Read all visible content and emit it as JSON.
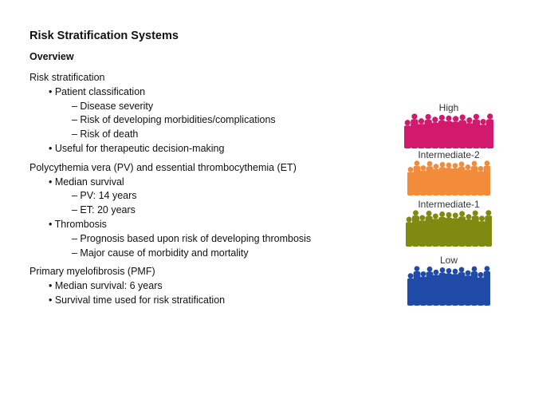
{
  "slide": {
    "title": "Risk Stratification Systems",
    "subtitle": "Overview"
  },
  "sections": [
    {
      "heading": "Risk stratification",
      "bullets": [
        {
          "text": "• Patient classification",
          "sub": [
            "– Disease severity",
            "– Risk of developing morbidities/complications",
            "– Risk of death"
          ]
        },
        {
          "text": "• Useful for therapeutic decision-making",
          "sub": []
        }
      ]
    },
    {
      "heading": "Polycythemia vera (PV) and essential thrombocythemia (ET)",
      "bullets": [
        {
          "text": "• Median survival",
          "sub": [
            "– PV: 14 years",
            "– ET: 20 years"
          ]
        },
        {
          "text": "• Thrombosis",
          "sub": [
            "– Prognosis based upon risk of developing thrombosis",
            "– Major cause of morbidity and mortality"
          ]
        }
      ]
    },
    {
      "heading": "Primary myelofibrosis (PMF)",
      "bullets": [
        {
          "text": "• Median survival: 6 years",
          "sub": []
        },
        {
          "text": "• Survival time used for risk stratification",
          "sub": []
        }
      ]
    }
  ],
  "risk_groups": [
    {
      "label": "High",
      "color": "#d11a6e",
      "icon": "people-crowd-icon"
    },
    {
      "label": "Intermediate-2",
      "color": "#f28c3a",
      "icon": "people-crowd-icon"
    },
    {
      "label": "Intermediate-1",
      "color": "#7f8a10",
      "icon": "people-crowd-icon"
    },
    {
      "label": "Low",
      "color": "#1f4aa8",
      "icon": "people-crowd-icon"
    }
  ]
}
